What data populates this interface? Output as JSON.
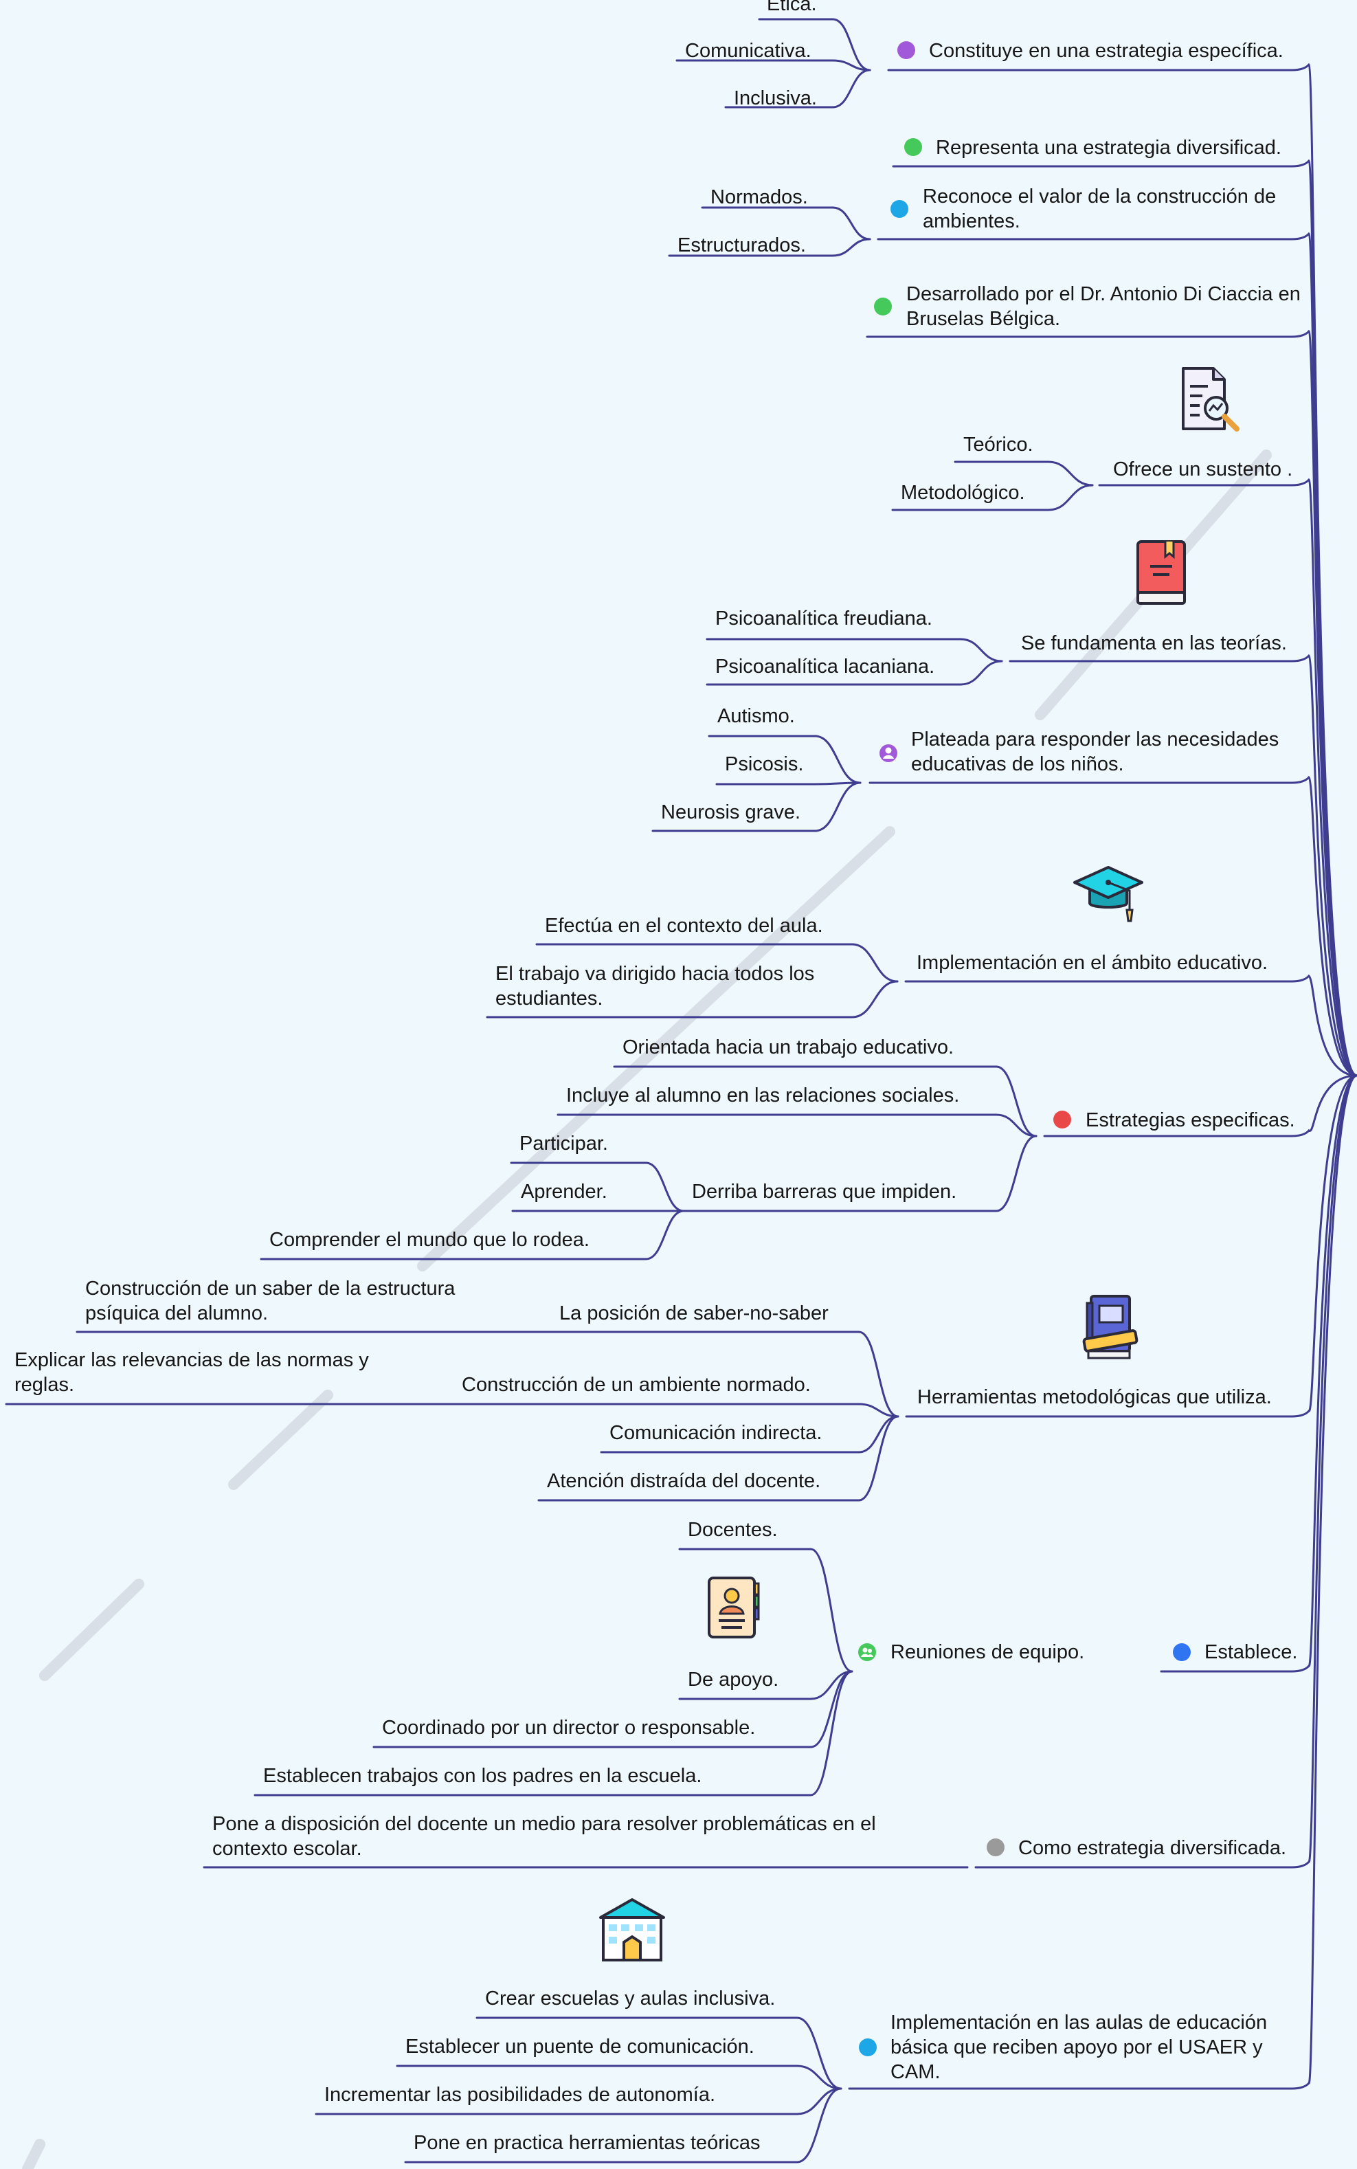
{
  "colors": {
    "line": "#3f3d8f",
    "background": "#eff8fc",
    "purple": "#a259d9",
    "green": "#44c95a",
    "blue": "#1ea7e6",
    "red": "#e94848",
    "royal_blue": "#2f74f0",
    "gray": "#9a9a9a"
  },
  "nodes": {
    "b1": {
      "label": "Constituye en una estrategia específica.",
      "children": [
        "Ética.",
        "Comunicativa.",
        "Inclusiva."
      ]
    },
    "b2": {
      "label": "Representa una estrategia diversificad."
    },
    "b3": {
      "label": "Reconoce el valor de la construcción de ambientes.",
      "children": [
        "Normados.",
        "Estructurados."
      ]
    },
    "b4": {
      "label": "Desarrollado por el Dr. Antonio Di Ciaccia en Bruselas Bélgica."
    },
    "b5": {
      "label": "Ofrece un sustento .",
      "children": [
        "Teórico.",
        "Metodológico."
      ]
    },
    "b6": {
      "label": "Se fundamenta en las teorías.",
      "children": [
        "Psicoanalítica freudiana.",
        "Psicoanalítica lacaniana."
      ]
    },
    "b7": {
      "label": "Plateada para responder las necesidades educativas de los niños.",
      "children": [
        "Autismo.",
        "Psicosis.",
        "Neurosis grave."
      ]
    },
    "b8": {
      "label": "Implementación en el ámbito educativo.",
      "children": [
        "Efectúa en el contexto del aula.",
        "El trabajo va dirigido hacia todos los estudiantes."
      ]
    },
    "b9": {
      "label": "Estrategias especificas.",
      "children": [
        "Orientada hacia un trabajo educativo.",
        "Incluye al alumno en las relaciones sociales.",
        "Derriba barreras que impiden."
      ],
      "grandchildren": [
        "Participar.",
        "Aprender.",
        "Comprender el mundo que lo rodea."
      ]
    },
    "b10": {
      "label": "Herramientas metodológicas que utiliza.",
      "children": [
        "La posición de saber-no-saber",
        "Construcción de un ambiente normado.",
        "Comunicación indirecta.",
        "Atención distraída del docente."
      ],
      "grandchildren": [
        "Construcción de un saber de la estructura psíquica del alumno.",
        "Explicar las relevancias de las normas y reglas."
      ]
    },
    "b11": {
      "label": "Establece.",
      "children": [
        "Reuniones de equipo."
      ],
      "grandchildren": [
        "Docentes.",
        "De apoyo.",
        "Coordinado por un director o responsable.",
        "Establecen trabajos con los padres en la escuela."
      ]
    },
    "b12": {
      "label": "Como estrategia diversificada.",
      "children": [
        "Pone a disposición del docente un medio para resolver problemáticas en el contexto escolar."
      ]
    },
    "b13": {
      "label": "Implementación en las aulas de educación básica que reciben apoyo por el USAER y CAM.",
      "children": [
        "Crear escuelas y aulas inclusiva.",
        "Establecer un puente de comunicación.",
        "Incrementar las posibilidades de autonomía.",
        "Pone en practica herramientas teóricas"
      ]
    }
  },
  "icons": [
    "document-search-icon",
    "red-book-icon",
    "graduation-cap-icon",
    "blue-book-icon",
    "contact-card-icon",
    "school-building-icon",
    "person-icon",
    "team-icon"
  ]
}
